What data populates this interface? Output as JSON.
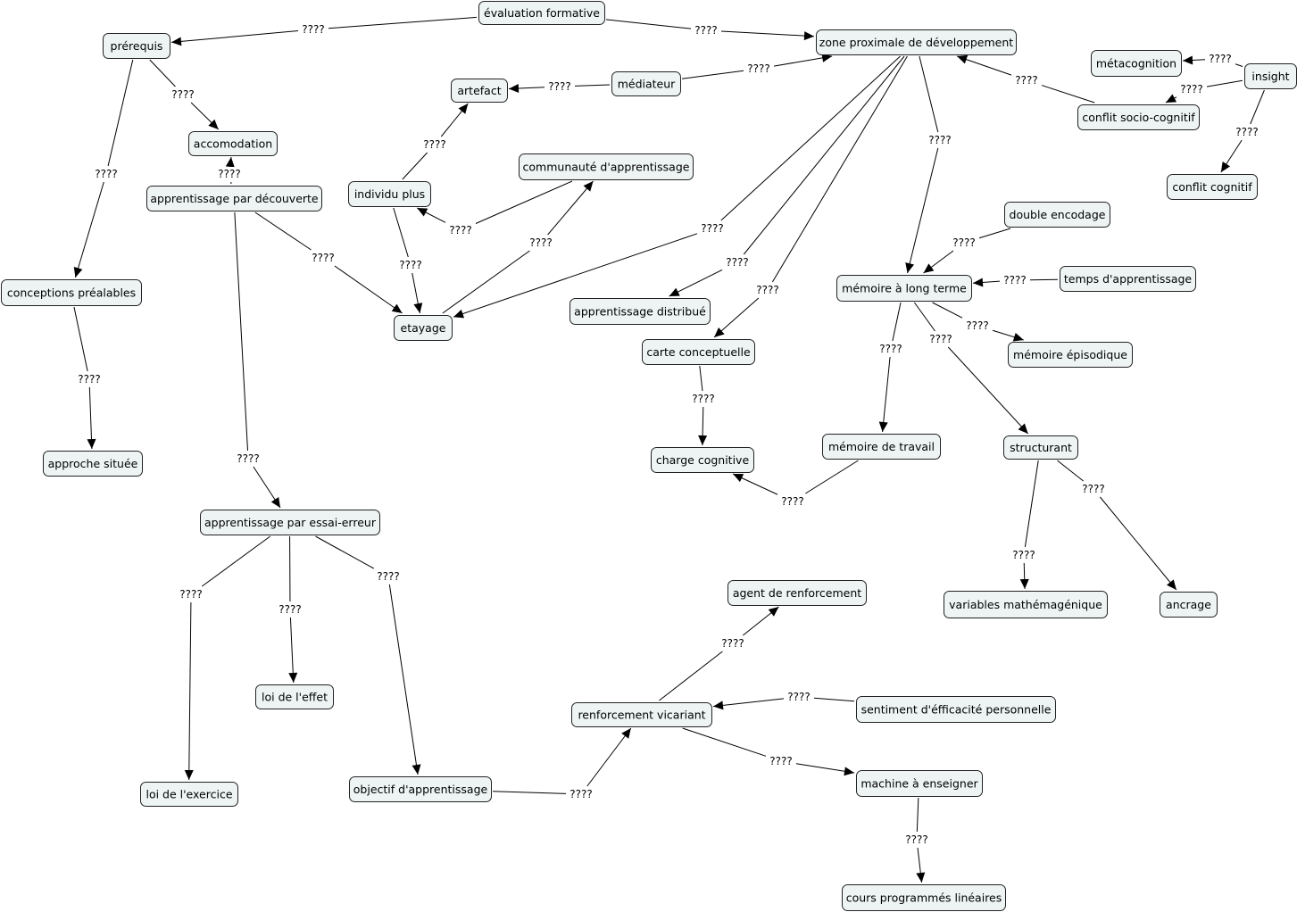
{
  "colors": {
    "node_fill": "#eef4f4",
    "node_border": "#222222",
    "line": "#000000"
  },
  "nodes": {
    "eval": "évaluation formative",
    "zpd": "zone proximale de développement",
    "prereq": "prérequis",
    "metacog": "métacognition",
    "insight": "insight",
    "mediateur": "médiateur",
    "artefact": "artefact",
    "conflitsc": "conflit socio-cognitif",
    "accom": "accomodation",
    "conflitc": "conflit cognitif",
    "communaute": "communauté d'apprentissage",
    "individu": "individu plus",
    "decouverte": "apprentissage par découverte",
    "double": "double encodage",
    "temps": "temps d'apprentissage",
    "mlt": "mémoire à long terme",
    "conceptions": "conceptions préalables",
    "distribue": "apprentissage distribué",
    "etayage": "etayage",
    "carte": "carte conceptuelle",
    "episodique": "mémoire épisodique",
    "travail": "mémoire de travail",
    "structurant": "structurant",
    "charge": "charge cognitive",
    "situee": "approche située",
    "essai": "apprentissage par essai-erreur",
    "agent": "agent de renforcement",
    "variables": "variables mathémagénique",
    "ancrage": "ancrage",
    "effet": "loi de l'effet",
    "vicariant": "renforcement vicariant",
    "sentiment": "sentiment d'éfficacité personnelle",
    "machine": "machine à enseigner",
    "objectif": "objectif d'apprentissage",
    "exercice": "loi de l'exercice",
    "cours": "cours programmés linéaires"
  },
  "links": {
    "l1": "????",
    "l2": "????",
    "l3": "????",
    "l4": "????",
    "l5": "????",
    "l6": "????",
    "l7": "????",
    "l8": "????",
    "l9": "????",
    "l10": "????",
    "l11": "????",
    "l12": "????",
    "l13": "????",
    "l14": "????",
    "l15": "????",
    "l16": "????",
    "l17": "????",
    "l18": "????",
    "l19": "????",
    "l20": "????",
    "l21": "????",
    "l22": "????",
    "l23": "????",
    "l24": "????",
    "l25": "????",
    "l26": "????",
    "l27": "????",
    "l28": "????",
    "l29": "????",
    "l30": "????",
    "l31": "????",
    "l32": "????",
    "l33": "????",
    "l34": "????",
    "l35": "????",
    "l36": "????",
    "l37": "????",
    "l38": "????",
    "l39": "????",
    "l40": "????",
    "l41": "????",
    "l42": "????",
    "l43": "????"
  }
}
